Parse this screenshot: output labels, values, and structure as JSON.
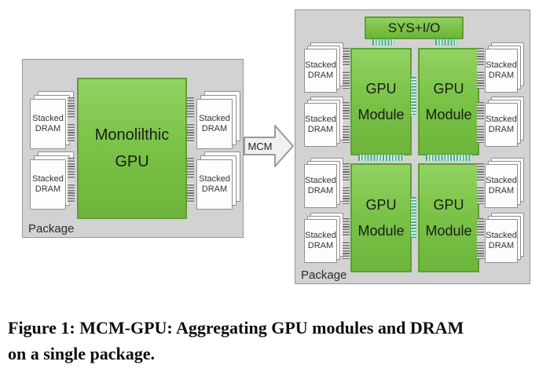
{
  "caption": {
    "line1": "Figure 1: MCM-GPU: Aggregating GPU modules and DRAM",
    "line2": "on a single package."
  },
  "left_package": {
    "label": "Package",
    "gpu_line1": "Monolilthic",
    "gpu_line2": "GPU"
  },
  "arrow": {
    "label": "MCM"
  },
  "right_package": {
    "label": "Package",
    "sys_io": "SYS+I/O",
    "module_line1": "GPU",
    "module_line2": "Module"
  },
  "dram": {
    "line1": "Stacked",
    "line2": "DRAM"
  },
  "colors": {
    "chip_green": "#76c043",
    "chip_green_border": "#5f9e33",
    "link_teal": "#3fae8e",
    "package_gray": "#d2d2d2",
    "dram_white": "#fdfdfd"
  }
}
